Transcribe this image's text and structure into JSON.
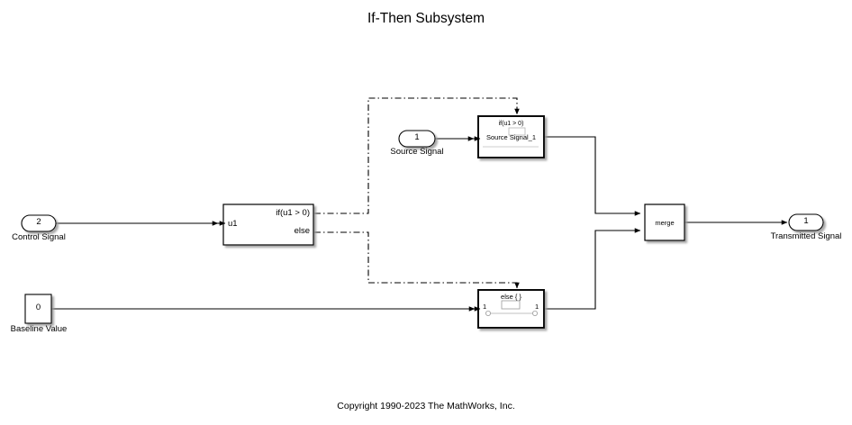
{
  "page": {
    "title": "If-Then Subsystem",
    "copyright": "Copyright 1990-2023 The MathWorks, Inc.",
    "background": "#ffffff",
    "line_color": "#000000"
  },
  "blocks": {
    "control_inport": {
      "number": "2",
      "label": "Control Signal",
      "type": "inport"
    },
    "source_inport": {
      "number": "1",
      "label": "Source Signal",
      "type": "inport"
    },
    "baseline_constant": {
      "value": "0",
      "label": "Baseline Value",
      "type": "constant"
    },
    "if_block": {
      "input_label": "u1",
      "condition_label": "if(u1 > 0)",
      "else_label": "else",
      "type": "if"
    },
    "if_action_subsystem": {
      "line1": "if(u1 > 0)",
      "line2": "Source Signal_1",
      "type": "if-action-subsystem"
    },
    "else_action_subsystem": {
      "title": "else { }",
      "in_port_num": "1",
      "out_port_num": "1",
      "type": "else-action-subsystem"
    },
    "merge_block": {
      "label": "merge",
      "type": "merge"
    },
    "transmitted_outport": {
      "number": "1",
      "label": "Transmitted Signal",
      "type": "outport"
    }
  },
  "signals": {
    "control_to_if": "signal-line-control-to-if",
    "source_to_if_action": "signal-line-source-to-if-action",
    "baseline_to_else_action": "signal-line-baseline-to-else-action",
    "if_action_to_merge": "signal-line-if-action-to-merge",
    "else_action_to_merge": "signal-line-else-action-to-merge",
    "merge_to_outport": "signal-line-merge-to-outport",
    "if_cond_control": "control-line-if-condition",
    "if_else_control": "control-line-if-else"
  }
}
